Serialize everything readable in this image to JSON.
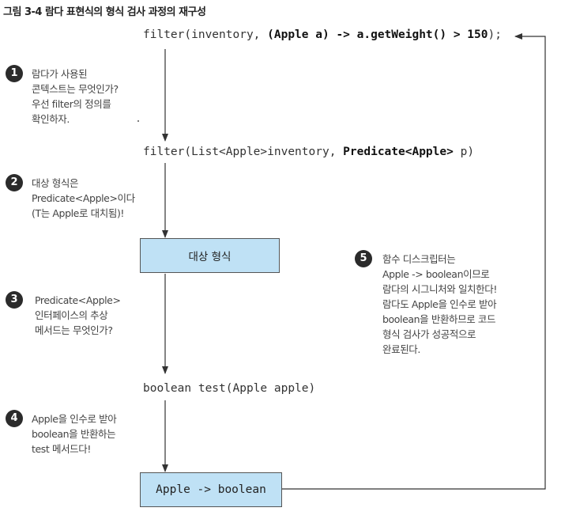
{
  "figure": {
    "number": "그림 3-4",
    "caption": "람다 표현식의 형식 검사 과정의 재구성"
  },
  "code": {
    "line1": {
      "prefix": "filter(inventory, ",
      "bold": "(Apple a) -> a.getWeight() > 150",
      "suffix": ");"
    },
    "line2": {
      "prefix": "filter(List<Apple>inventory, ",
      "bold": "Predicate<Apple>",
      "suffix": " p)"
    },
    "line3": "boolean test(Apple apple)"
  },
  "boxes": {
    "target_type": "대상 형식",
    "descriptor": "Apple -> boolean"
  },
  "steps": [
    {
      "number": "1",
      "lines": [
        "람다가 사용된",
        "콘텍스트는 무엇인가?",
        "우선 filter의 정의를",
        "확인하자."
      ]
    },
    {
      "number": "2",
      "lines": [
        "대상 형식은",
        "Predicate<Apple>이다",
        "(T는 Apple로 대치됨)!"
      ]
    },
    {
      "number": "3",
      "lines": [
        "Predicate<Apple>",
        "인터페이스의 추상",
        "메서드는 무엇인가?"
      ]
    },
    {
      "number": "4",
      "lines": [
        "Apple을 인수로 받아",
        "boolean을 반환하는",
        "test 메서드다!"
      ]
    },
    {
      "number": "5",
      "lines": [
        "함수 디스크립터는",
        "Apple -> boolean이므로",
        "람다의 시그니처와 일치한다!",
        "람다도 Apple을 인수로 받아",
        "boolean을 반환하므로 코드",
        "형식 검사가 성공적으로",
        "완료된다."
      ]
    }
  ],
  "colors": {
    "box_fill": "#bfe1f5",
    "badge": "#2b2b2b",
    "line": "#333333"
  }
}
